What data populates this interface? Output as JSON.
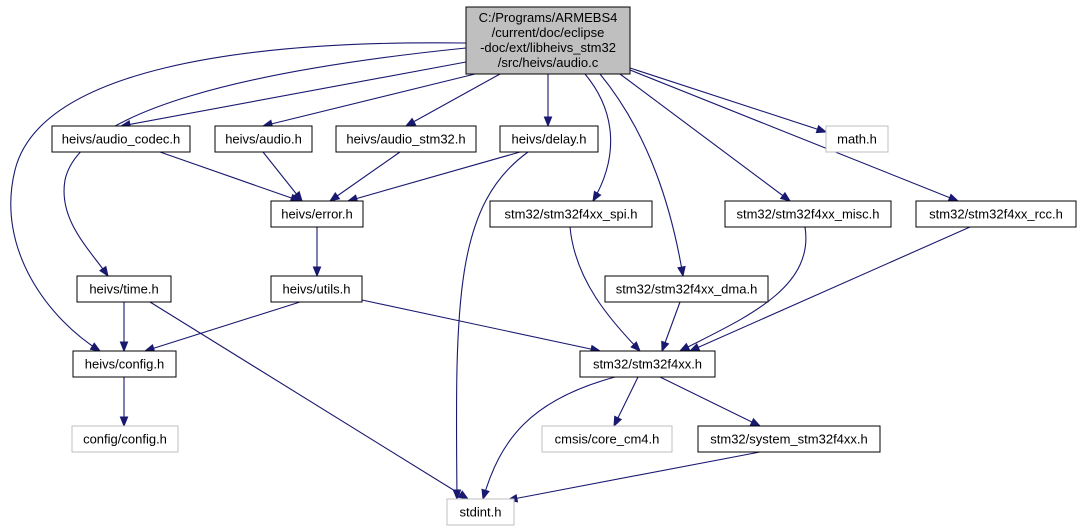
{
  "diagram": {
    "title_lines": [
      "C:/Programs/ARMEBS4",
      "/current/doc/eclipse",
      "-doc/ext/libheivs_stm32",
      "/src/heivs/audio.c"
    ],
    "nodes": {
      "root": "C:/Programs/ARMEBS4/current/doc/eclipse-doc/ext/libheivs_stm32/src/heivs/audio.c",
      "audio_codec": "heivs/audio_codec.h",
      "audio_h": "heivs/audio.h",
      "audio_stm32": "heivs/audio_stm32.h",
      "delay": "heivs/delay.h",
      "math": "math.h",
      "error": "heivs/error.h",
      "spi": "stm32/stm32f4xx_spi.h",
      "misc": "stm32/stm32f4xx_misc.h",
      "rcc": "stm32/stm32f4xx_rcc.h",
      "time": "heivs/time.h",
      "utils": "heivs/utils.h",
      "dma": "stm32/stm32f4xx_dma.h",
      "config": "heivs/config.h",
      "stm32f4xx": "stm32/stm32f4xx.h",
      "config_config": "config/config.h",
      "core_cm4": "cmsis/core_cm4.h",
      "system": "stm32/system_stm32f4xx.h",
      "stdint": "stdint.h"
    },
    "edges": [
      [
        "root",
        "audio_codec"
      ],
      [
        "root",
        "audio_h"
      ],
      [
        "root",
        "audio_stm32"
      ],
      [
        "root",
        "delay"
      ],
      [
        "root",
        "math"
      ],
      [
        "root",
        "spi"
      ],
      [
        "root",
        "misc"
      ],
      [
        "root",
        "rcc"
      ],
      [
        "root",
        "dma"
      ],
      [
        "root",
        "time"
      ],
      [
        "root",
        "config"
      ],
      [
        "audio_codec",
        "error"
      ],
      [
        "audio_h",
        "error"
      ],
      [
        "audio_stm32",
        "error"
      ],
      [
        "delay",
        "error"
      ],
      [
        "delay",
        "stdint"
      ],
      [
        "error",
        "utils"
      ],
      [
        "time",
        "config"
      ],
      [
        "time",
        "stdint"
      ],
      [
        "utils",
        "config"
      ],
      [
        "utils",
        "stm32f4xx"
      ],
      [
        "spi",
        "stm32f4xx"
      ],
      [
        "dma",
        "stm32f4xx"
      ],
      [
        "misc",
        "stm32f4xx"
      ],
      [
        "rcc",
        "stm32f4xx"
      ],
      [
        "config",
        "config_config"
      ],
      [
        "stm32f4xx",
        "core_cm4"
      ],
      [
        "stm32f4xx",
        "system"
      ],
      [
        "stm32f4xx",
        "stdint"
      ],
      [
        "system",
        "stdint"
      ]
    ],
    "colors": {
      "edge": "#191970",
      "root_fill": "#bfbfbf",
      "node_border": "#000000",
      "missing_border": "#bfbfbf"
    }
  }
}
